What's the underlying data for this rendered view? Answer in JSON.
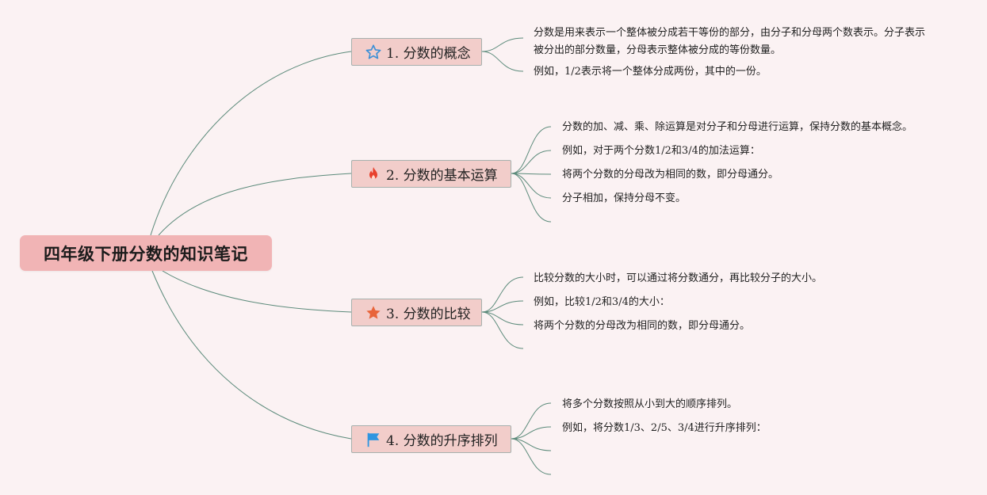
{
  "central": {
    "title": "四年级下册分数的知识笔记"
  },
  "branches": [
    {
      "label": "1. 分数的概念",
      "icon": "star-outline-icon",
      "items": [
        "分数是用来表示一个整体被分成若干等份的部分，由分子和分母两个数表示。分子表示被分出的部分数量，分母表示整体被分成的等份数量。",
        "例如，1/2表示将一个整体分成两份，其中的一份。"
      ]
    },
    {
      "label": "2. 分数的基本运算",
      "icon": "fire-icon",
      "items": [
        "分数的加、减、乘、除运算是对分子和分母进行运算，保持分数的基本概念。",
        "例如，对于两个分数1/2和3/4的加法运算：",
        "将两个分数的分母改为相同的数，即分母通分。",
        "分子相加，保持分母不变。",
        ""
      ]
    },
    {
      "label": "3. 分数的比较",
      "icon": "star-filled-icon",
      "items": [
        "比较分数的大小时，可以通过将分数通分，再比较分子的大小。",
        "例如，比较1/2和3/4的大小：",
        "将两个分数的分母改为相同的数，即分母通分。",
        ""
      ]
    },
    {
      "label": "4. 分数的升序排列",
      "icon": "flag-icon",
      "items": [
        "将多个分数按照从小到大的顺序排列。",
        "例如，将分数1/3、2/5、3/4进行升序排列：",
        "",
        ""
      ]
    }
  ],
  "colors": {
    "background": "#fbf2f3",
    "central_fill": "#f1b4b5",
    "branch_fill": "#f2cdca",
    "connector": "#5b8a7a",
    "star_outline": "#3b8fd6",
    "fire": "#e8412c",
    "star_filled": "#e8643a",
    "flag": "#2f95e0"
  }
}
